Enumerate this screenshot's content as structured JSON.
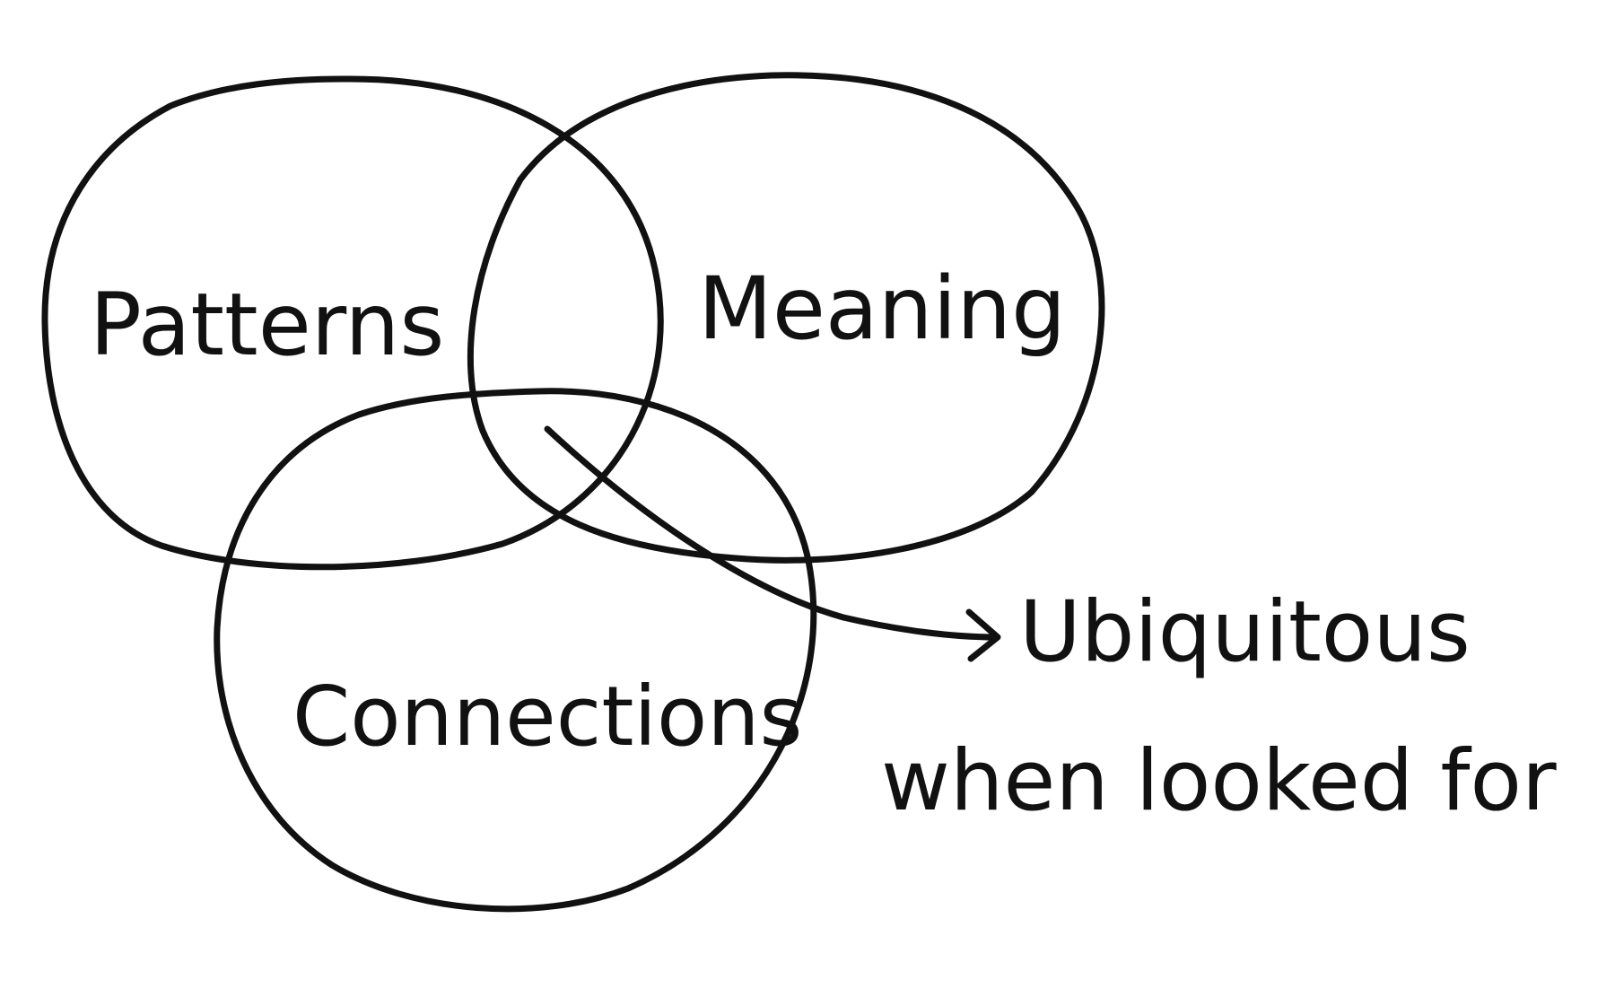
{
  "diagram": {
    "ink_color": "#111111",
    "background_color": "#ffffff",
    "circles": [
      {
        "id": "patterns",
        "label": "Patterns"
      },
      {
        "id": "meaning",
        "label": "Meaning"
      },
      {
        "id": "connections",
        "label": "Connections"
      }
    ],
    "callout": {
      "line1": "Ubiquitous",
      "line2": "when looked for"
    }
  }
}
